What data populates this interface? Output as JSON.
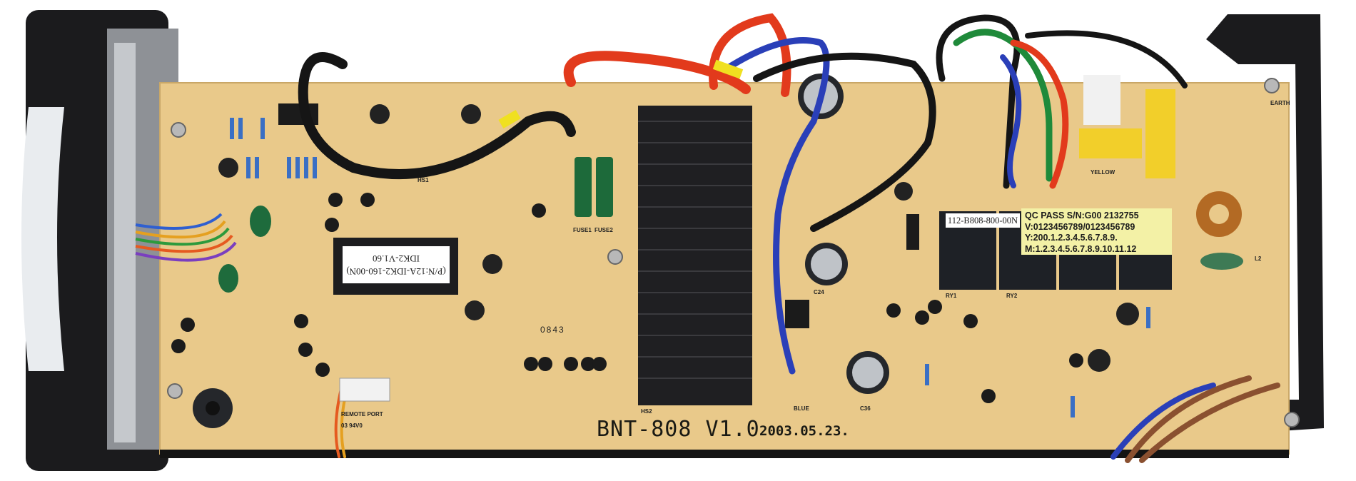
{
  "board": {
    "model": "BNT-808",
    "version": "V1.0",
    "date": "2003.05.23."
  },
  "firmware_chip": {
    "line1": "(P/N:12A-IDK2-160-00N)",
    "line2": "IDK2-V1.60"
  },
  "part_number_label": "112-B808-800-00N",
  "qc_label": {
    "line1": "QC PASS S/N:G00 2132755",
    "line2": "V:0123456789/0123456789",
    "line3": "Y:200.1.2.3.4.5.6.7.8.9.",
    "line4": "M:1.2.3.4.5.6.7.8.9.10.11.12"
  },
  "silkscreen": {
    "fuse1": "FUSE1",
    "fuse2": "FUSE2",
    "remote_port": "REMOTE PORT",
    "ul": "03 94V0",
    "earth": "EARTH",
    "yellow": "YELLOW",
    "blue": "BLUE",
    "hs1": "HS1",
    "hs2": "HS2",
    "c24": "C24",
    "c36": "C36",
    "ry1": "RY1",
    "ry2": "RY2",
    "l2": "L2",
    "date_stamp": "0843"
  },
  "colors": {
    "pcb": "#e9c98a",
    "chassis": "#1c1c1e",
    "heatsink": "#1e1e20",
    "wire_red": "#e23a1c",
    "wire_blue": "#2a3fb8",
    "wire_green": "#1f8a3a"
  }
}
